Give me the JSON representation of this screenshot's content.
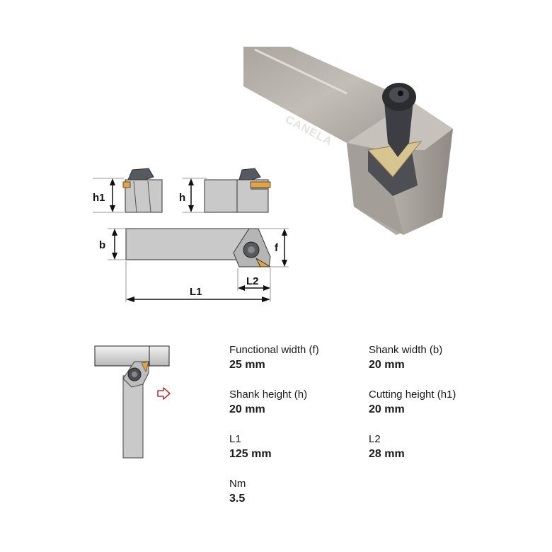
{
  "product": {
    "brand_mark": "CANELA",
    "colors": {
      "shank": "#c9c9c9",
      "shank_dark": "#9e9e9e",
      "insert_gold": "#e8a43a",
      "photo_steel": "#b8b4ad",
      "outline": "#333333",
      "feed_arrow": "#b8323a"
    }
  },
  "diagram": {
    "labels": {
      "h1": "h1",
      "h": "h",
      "b": "b",
      "f": "f",
      "L1": "L1",
      "L2": "L2"
    },
    "icons": [
      "tool-photo",
      "end-view-left",
      "end-view-right",
      "top-view",
      "application-view",
      "feed-direction-arrow-icon"
    ]
  },
  "specs": [
    {
      "label": "Functional width (f)",
      "value": "25 mm"
    },
    {
      "label": "Shank width (b)",
      "value": "20 mm"
    },
    {
      "label": "Shank height (h)",
      "value": "20 mm"
    },
    {
      "label": "Cutting height (h1)",
      "value": "20 mm"
    },
    {
      "label": "L1",
      "value": "125 mm"
    },
    {
      "label": "L2",
      "value": "28 mm"
    },
    {
      "label": "Nm",
      "value": "3.5"
    }
  ]
}
